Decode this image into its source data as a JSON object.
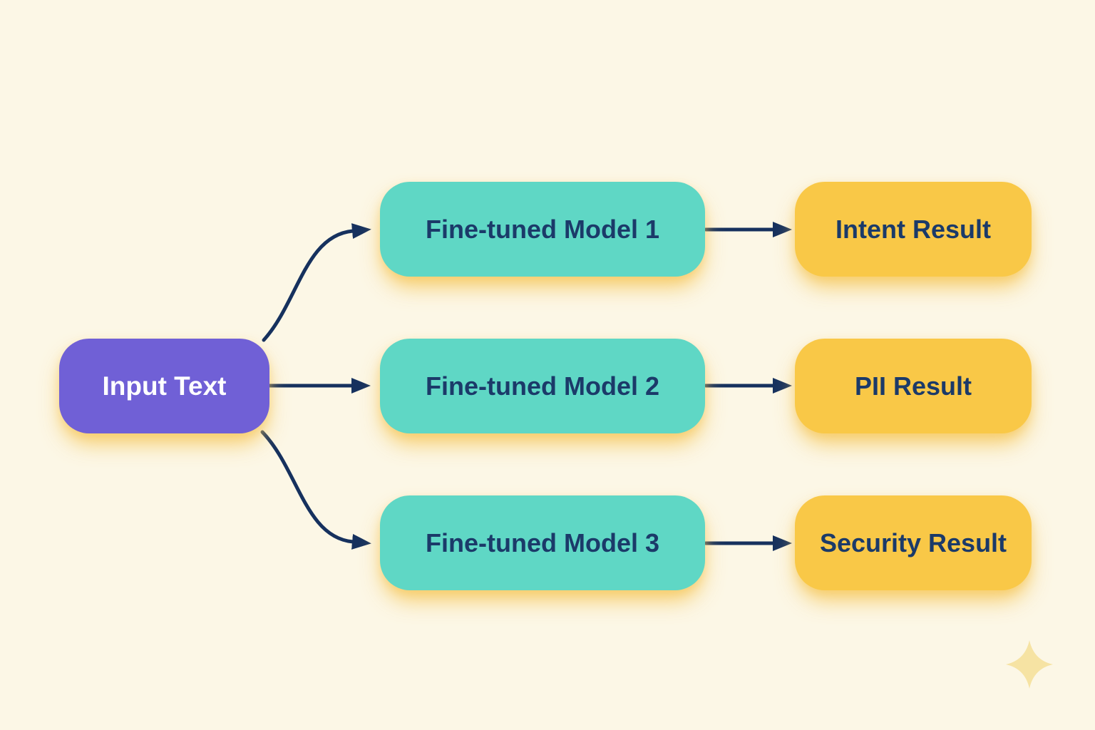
{
  "diagram": {
    "type": "flowchart",
    "direction": "left-to-right",
    "nodes": {
      "input": {
        "label": "Input Text",
        "role": "source"
      },
      "models": [
        {
          "label": "Fine-tuned Model 1"
        },
        {
          "label": "Fine-tuned Model 2"
        },
        {
          "label": "Fine-tuned Model 3"
        }
      ],
      "results": [
        {
          "label": "Intent Result"
        },
        {
          "label": "PII Result"
        },
        {
          "label": "Security Result"
        }
      ]
    },
    "edges": [
      {
        "from": "Input Text",
        "to": "Fine-tuned Model 1",
        "style": "curved-arrow"
      },
      {
        "from": "Input Text",
        "to": "Fine-tuned Model 2",
        "style": "straight-arrow"
      },
      {
        "from": "Input Text",
        "to": "Fine-tuned Model 3",
        "style": "curved-arrow"
      },
      {
        "from": "Fine-tuned Model 1",
        "to": "Intent Result",
        "style": "straight-arrow"
      },
      {
        "from": "Fine-tuned Model 2",
        "to": "PII Result",
        "style": "straight-arrow"
      },
      {
        "from": "Fine-tuned Model 3",
        "to": "Security Result",
        "style": "straight-arrow"
      }
    ],
    "decorations": [
      {
        "name": "sparkle-icon",
        "shape": "four-point-star",
        "position": "bottom-right"
      }
    ]
  },
  "colors": {
    "background": "#FCF7E6",
    "input_node": "#7060D6",
    "input_node_text": "#FFFFFF",
    "model_node": "#5FD7C5",
    "result_node": "#F9C847",
    "node_text": "#1B3A69",
    "arrow": "#16315E",
    "sparkle": "#F6E3A3",
    "node_glow": "#F6C758"
  }
}
